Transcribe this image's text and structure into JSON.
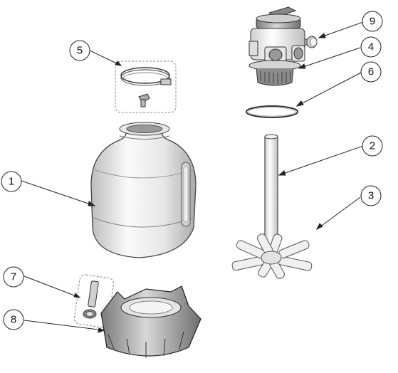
{
  "diagram": {
    "callouts": [
      {
        "id": "c1",
        "label": "1"
      },
      {
        "id": "c2",
        "label": "2"
      },
      {
        "id": "c3",
        "label": "3"
      },
      {
        "id": "c4",
        "label": "4"
      },
      {
        "id": "c5",
        "label": "5"
      },
      {
        "id": "c6",
        "label": "6"
      },
      {
        "id": "c7",
        "label": "7"
      },
      {
        "id": "c8",
        "label": "8"
      },
      {
        "id": "c9",
        "label": "9"
      }
    ],
    "parts": [
      {
        "id": "tank",
        "icon": "filter-tank-icon"
      },
      {
        "id": "pipe",
        "icon": "center-pipe-icon"
      },
      {
        "id": "laterals",
        "icon": "laterals-icon"
      },
      {
        "id": "valve",
        "icon": "multiport-valve-icon"
      },
      {
        "id": "clamp",
        "icon": "clamp-icon"
      },
      {
        "id": "oring",
        "icon": "o-ring-icon"
      },
      {
        "id": "drain",
        "icon": "drain-plug-icon"
      },
      {
        "id": "base",
        "icon": "tank-base-icon"
      },
      {
        "id": "gauge",
        "icon": "pressure-gauge-icon"
      }
    ]
  }
}
